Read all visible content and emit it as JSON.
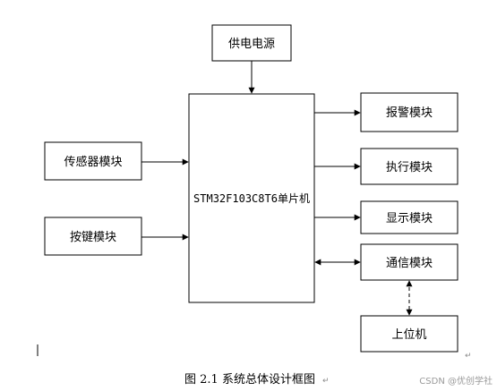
{
  "diagram": {
    "power": "供电电源",
    "sensor": "传感器模块",
    "button": "按键模块",
    "mcu": "STM32F103C8T6单片机",
    "alarm": "报警模块",
    "actuator": "执行模块",
    "display": "显示模块",
    "comm": "通信模块",
    "host": "上位机"
  },
  "caption": "图 2.1  系统总体设计框图",
  "watermark": "CSDN @优创学社",
  "paragraph_mark": "↵",
  "colors": {
    "line": "#000000",
    "box_border": "#000000",
    "watermark": "#9a9a9a"
  }
}
